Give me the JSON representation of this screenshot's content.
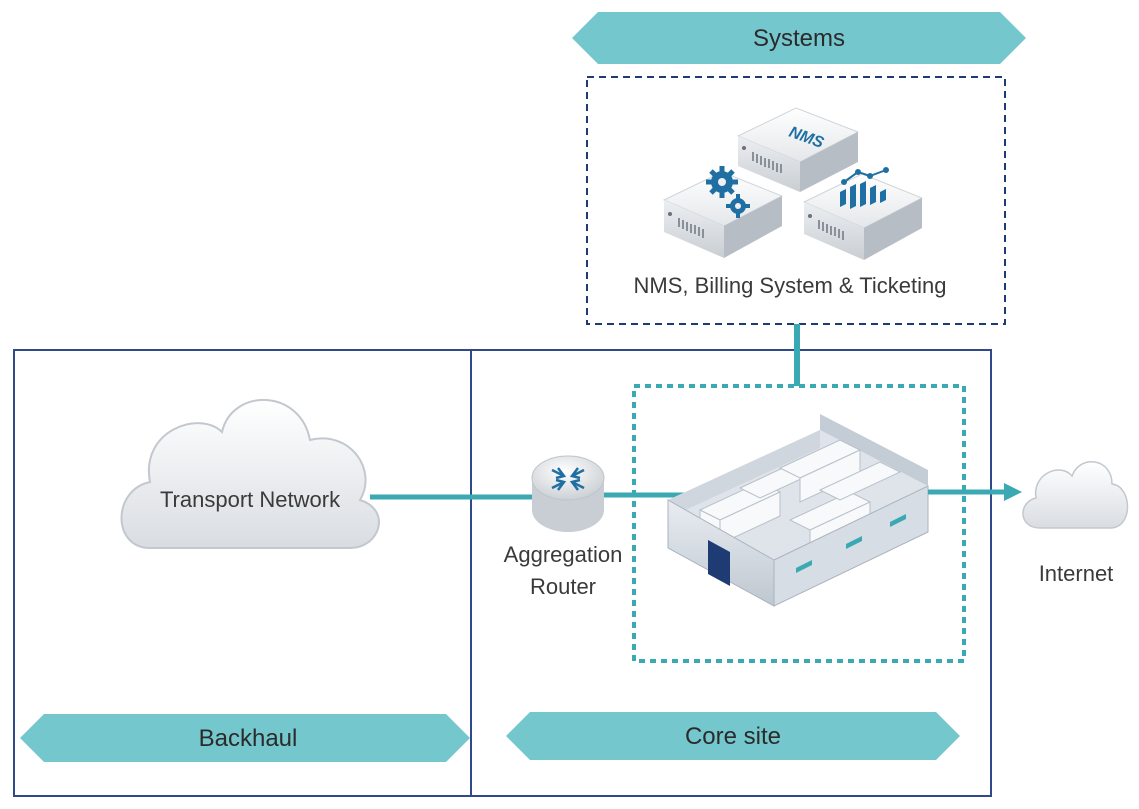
{
  "banners": {
    "systems": "Systems",
    "backhaul": "Backhaul",
    "core_site": "Core site"
  },
  "nodes": {
    "systems_caption": "NMS, Billing System & Ticketing",
    "nms_server_label": "NMS",
    "transport_network": "Transport Network",
    "aggregation_router_line1": "Aggregation",
    "aggregation_router_line2": "Router",
    "internet": "Internet"
  },
  "colors": {
    "banner_fill": "#74c7cd",
    "connector": "#3aa9b3",
    "frame": "#2f4a8a",
    "dashed_border": "#1f3b73",
    "dotted_border": "#3aa9b3",
    "server_accent": "#1f6fa3"
  },
  "icons": {
    "nms_server": "nms-server-icon",
    "settings_server": "gear-server-icon",
    "billing_server": "chart-server-icon",
    "transport_cloud": "cloud-icon",
    "internet_cloud": "cloud-icon",
    "router": "router-icon",
    "data_center": "datacenter-building-icon"
  }
}
